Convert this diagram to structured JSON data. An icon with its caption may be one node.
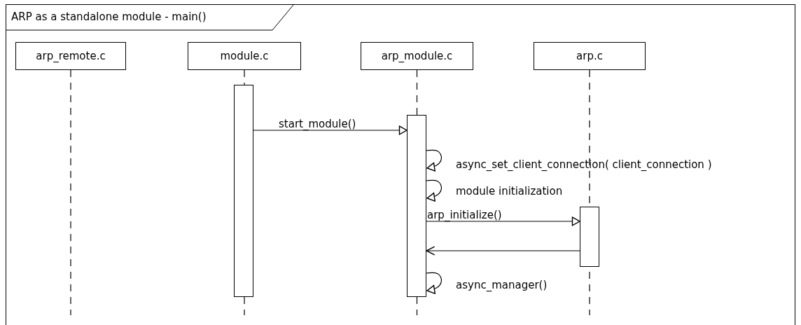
{
  "diagram": {
    "nodes": [
      {
        "text": [
          "ARP as a standalone module - main()"
        ]
      },
      {
        "text": [
          "arp_remote.c"
        ],
        "in": 0
      },
      {
        "text": [
          "module.c"
        ],
        "in": 0
      },
      {
        "text": [
          "arp_module.c"
        ],
        "in": 0
      },
      {
        "text": [
          "arp.c"
        ],
        "in": 0
      },
      {
        "text": [],
        "shape": "bar",
        "in": 0
      },
      {
        "text": [],
        "shape": "bar",
        "in": 0
      },
      {
        "text": [],
        "shape": "bar",
        "in": 0
      }
    ],
    "edges": [
      {
        "from": 5,
        "to": 6,
        "arrow": "to",
        "label": "start_module()"
      },
      {
        "from": 6,
        "to": 6,
        "arrow": "to",
        "label": "async_set_client_connection( client_connection )"
      },
      {
        "from": 6,
        "to": 6,
        "arrow": "to",
        "label": "module initialization"
      },
      {
        "from": 6,
        "to": 7,
        "arrow": "to",
        "label": "arp_initialize()"
      },
      {
        "from": 7,
        "to": 6,
        "arrow": "to"
      },
      {
        "from": 6,
        "to": 6,
        "arrow": "to",
        "label": "async_manager()"
      }
    ]
  }
}
